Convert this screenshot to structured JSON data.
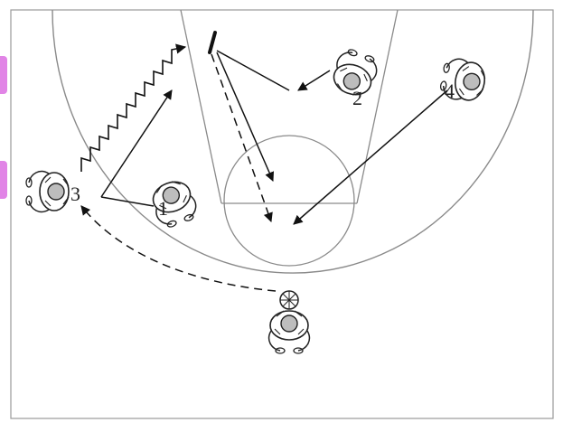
{
  "diagram": {
    "players": [
      {
        "id": "player-1",
        "label": "1"
      },
      {
        "id": "player-2",
        "label": "2"
      },
      {
        "id": "player-3",
        "label": "3"
      },
      {
        "id": "player-4",
        "label": "4"
      },
      {
        "id": "player-ball-handler",
        "label": ""
      }
    ],
    "colors": {
      "lines": "#8a8a8a",
      "players": "#222222",
      "arrows": "#111111",
      "edge_marks": "#e184e6"
    }
  }
}
